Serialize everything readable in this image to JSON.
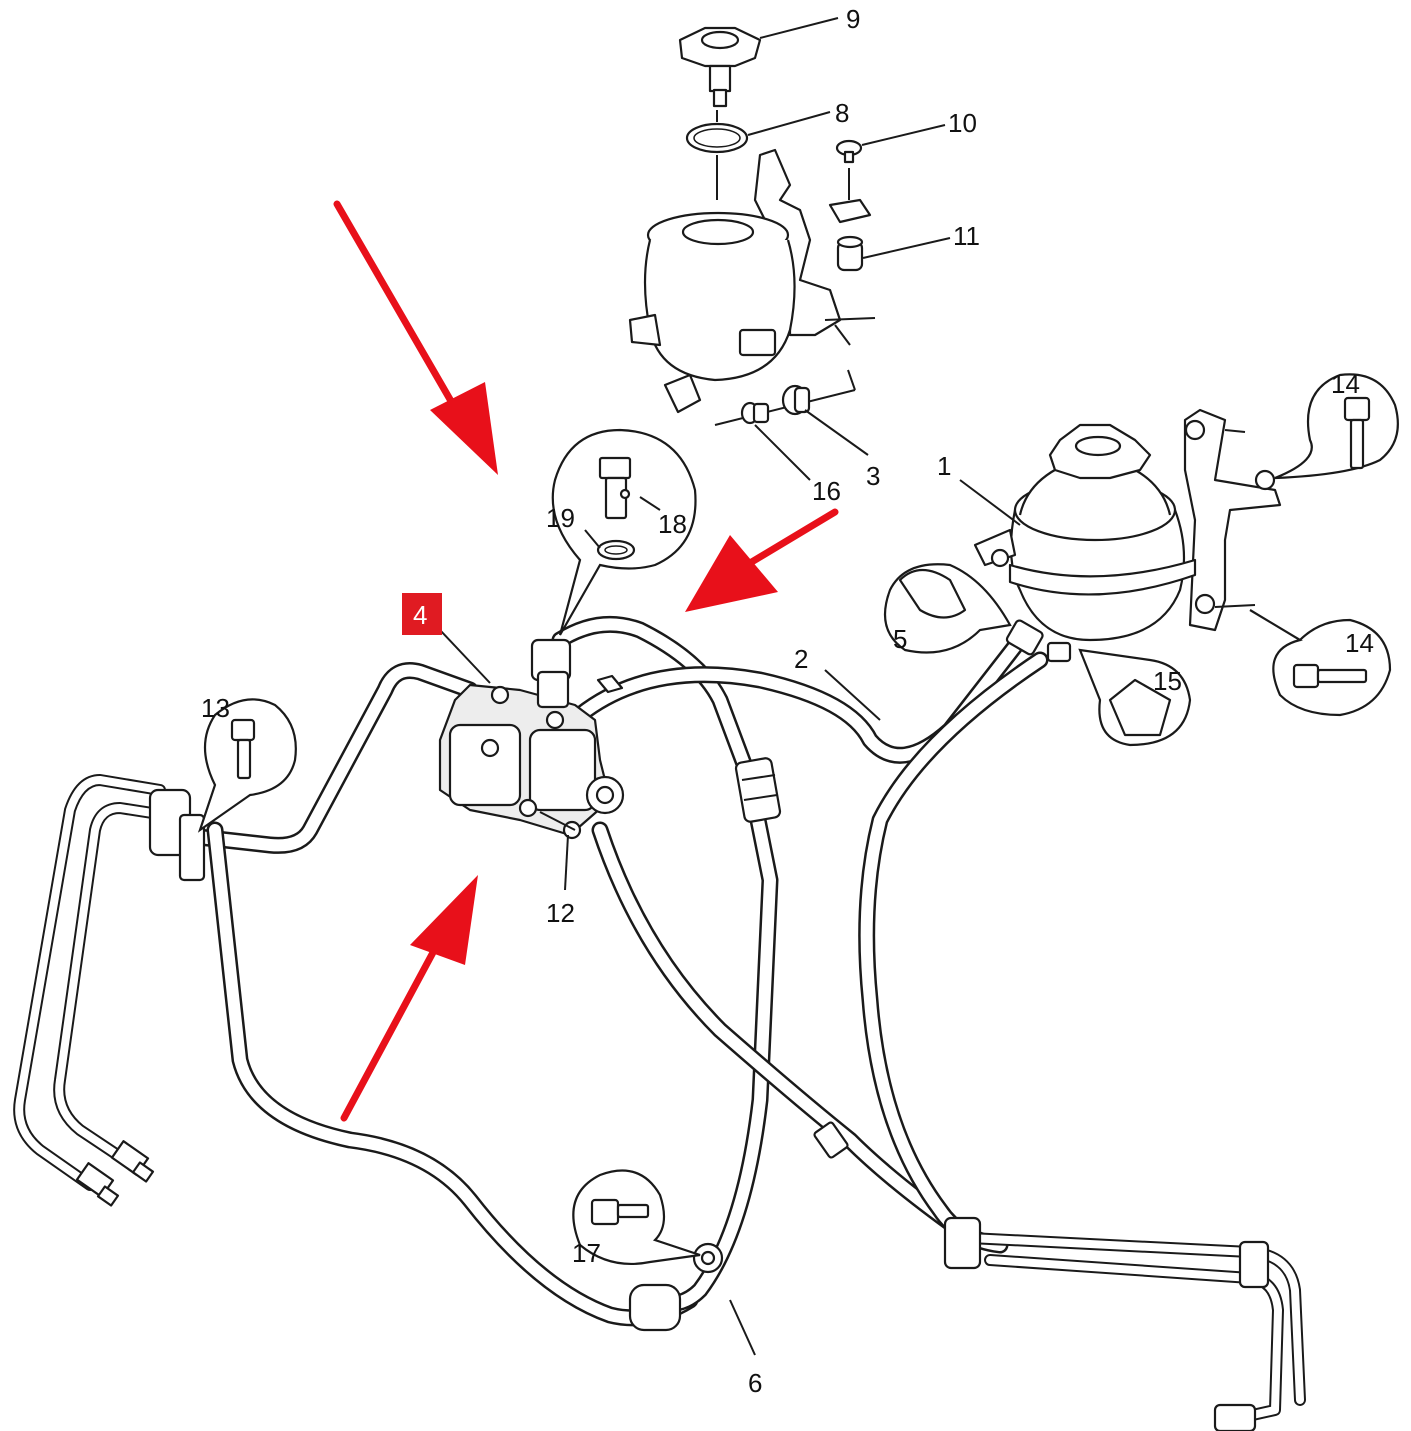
{
  "diagram": {
    "highlight_color": "#e01b22",
    "arrow_color": "#e8101a",
    "labels": {
      "l1": "1",
      "l2": "2",
      "l3": "3",
      "l4": "4",
      "l5": "5",
      "l6": "6",
      "l8": "8",
      "l9": "9",
      "l10": "10",
      "l11": "11",
      "l12": "12",
      "l13": "13",
      "l14a": "14",
      "l14b": "14",
      "l15": "15",
      "l16": "16",
      "l17": "17",
      "l18": "18",
      "l19": "19"
    }
  }
}
